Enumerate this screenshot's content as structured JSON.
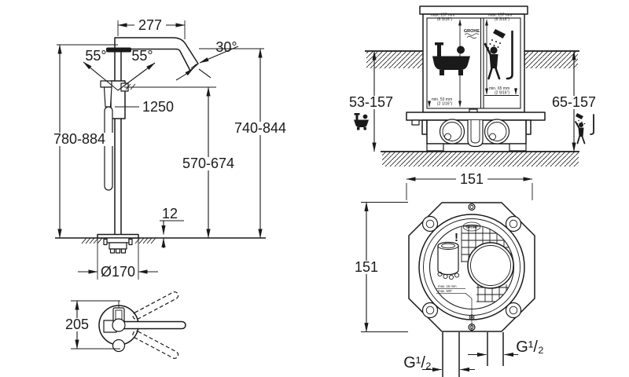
{
  "side_view": {
    "spout_width": "277",
    "angle_left": "55°",
    "angle_right": "55°",
    "spout_angle": "30°",
    "hose_length": "1250",
    "height_total": "780-884",
    "height_to_outlet": "740-844",
    "height_spout": "570-674",
    "plate_thickness": "12",
    "base_diameter": "Ø170",
    "swivel_width": "205"
  },
  "install_section": {
    "depth_bath": "53-157",
    "depth_shower": "65-157",
    "brand": "GROHE",
    "bath_cell": {
      "max_mm": "max. 157 mm",
      "max_in": "(6 3/16\")",
      "min_mm": "min. 53 mm",
      "min_in": "(2 1/16\")"
    },
    "shower_cell": {
      "max_mm": "max. 157 mm",
      "max_in": "(6 3/16\")",
      "min_mm": "min. 65 mm",
      "min_in": "(2 9/16\")"
    }
  },
  "plan_view": {
    "width": "151",
    "height": "151",
    "thread_left": "G¹/₂",
    "thread_right": "G¹/₂",
    "warning": "!",
    "brand": "GROHE",
    "note_mm": "max. 15 mm",
    "note_in": "max. 5/8\""
  }
}
